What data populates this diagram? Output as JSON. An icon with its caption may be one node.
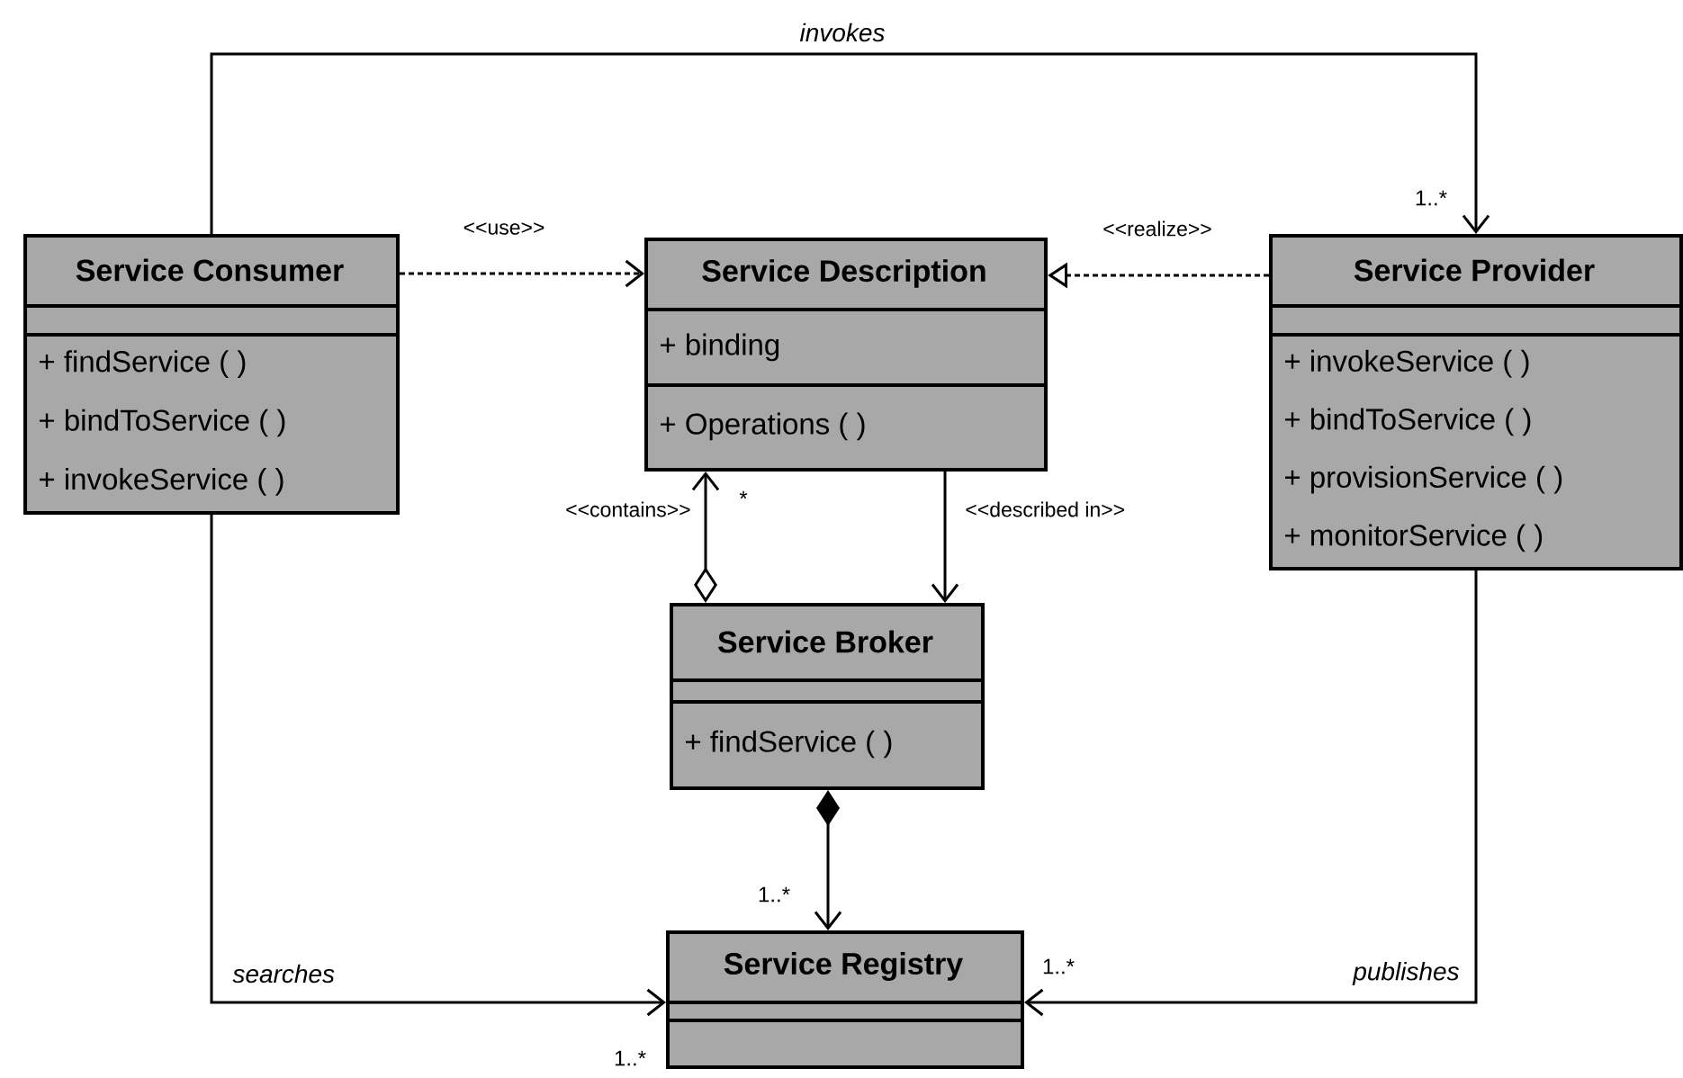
{
  "diagram": {
    "nodes": [
      {
        "text": [
          "Service Consumer",
          "+ findService ( )",
          "+ bindToService ( )",
          "+ invokeService ( )"
        ]
      },
      {
        "text": [
          "Service Description",
          "+ binding",
          "+ Operations ( )"
        ]
      },
      {
        "text": [
          "Service Provider",
          "+ invokeService ( )",
          "+ bindToService ( )",
          "+ provisionService ( )",
          "+ monitorService ( )"
        ]
      },
      {
        "text": [
          "Service Broker",
          "+ findService ( )"
        ]
      },
      {
        "text": [
          "Service Registry"
        ]
      }
    ],
    "edges": [
      {
        "from": 0,
        "to": 2,
        "arrow": "to",
        "label": "invokes"
      },
      {
        "from": 0,
        "to": 1,
        "arrow": "to",
        "label": "<<use>>",
        "style": "dashed"
      },
      {
        "from": 2,
        "to": 1,
        "arrow": "to",
        "label": "<<realize>>",
        "style": "dashed"
      },
      {
        "from": 3,
        "to": 1,
        "arrow": "to",
        "label": "<<contains>>"
      },
      {
        "from": 1,
        "to": 3,
        "arrow": "to",
        "label": "<<described in>>"
      },
      {
        "from": 3,
        "to": 4,
        "arrow": "to"
      },
      {
        "from": 0,
        "to": 4,
        "arrow": "to",
        "label": "searches"
      },
      {
        "from": 2,
        "to": 4,
        "arrow": "to",
        "label": "publishes"
      }
    ],
    "labels": [
      "1..*",
      "*",
      "1..*",
      "1..*",
      "1..*"
    ]
  }
}
